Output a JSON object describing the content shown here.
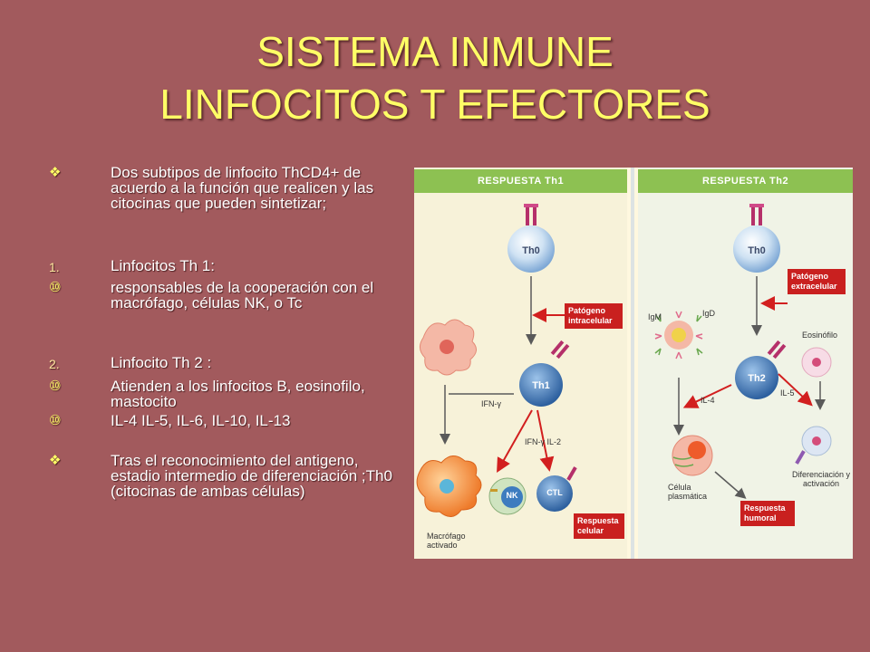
{
  "title": {
    "line1": "SISTEMA INMUNE",
    "line2": "LINFOCITOS T EFECTORES"
  },
  "content": {
    "intro": "Dos subtipos de linfocito ThCD4+ de acuerdo a la función que realicen y las citocinas que pueden sintetizar;",
    "th1_marker": "1.",
    "th1_label": "Linfocitos Th 1:",
    "th1_desc": " responsables de la cooperación con el macrófago, células NK, o Tc",
    "th2_marker": "2.",
    "th2_label": "Linfocito Th 2 :",
    "th2_desc1": "Atienden a los linfocitos B, eosinofilo, mastocito",
    "th2_desc2": "IL-4 IL-5, IL-6, IL-10, IL-13",
    "th0_text": "Tras el reconocimiento del antigeno, estadio intermedio de diferenciación ;Th0 (citocinas de ambas células)"
  },
  "icons": {
    "bullet": "diamond-bullet-icon",
    "sub_bullet": "circled-bullet-icon",
    "bullet_glyph": "❖",
    "sub_bullet_glyph": "⑩"
  },
  "diagram": {
    "th1": {
      "header": "RESPUESTA Th1",
      "th0": "Th0",
      "th1": "Th1",
      "pathogen": "Patógeno intracelular",
      "ifn": "IFN-γ",
      "ifn_il2": "IFN-γ IL-2",
      "nk": "NK",
      "ctl": "CTL",
      "macrophage": "Macrófago activado",
      "response": "Respuesta celular"
    },
    "th2": {
      "header": "RESPUESTA Th2",
      "th0": "Th0",
      "th2": "Th2",
      "pathogen": "Patógeno extracelular",
      "igm": "IgM",
      "igd": "IgD",
      "eosinophil": "Eosinófilo",
      "il4": "IL-4",
      "il5": "IL-5",
      "plasma": "Célula plasmática",
      "differentiation": "Diferenciación y activación",
      "response": "Respuesta humoral"
    }
  },
  "colors": {
    "background": "#a25a5d",
    "title": "#ffff66",
    "text": "#ffffff",
    "header_green": "#8dc152",
    "pathogen_red": "#c9201f",
    "cell_blue": "#3d7cbf"
  }
}
